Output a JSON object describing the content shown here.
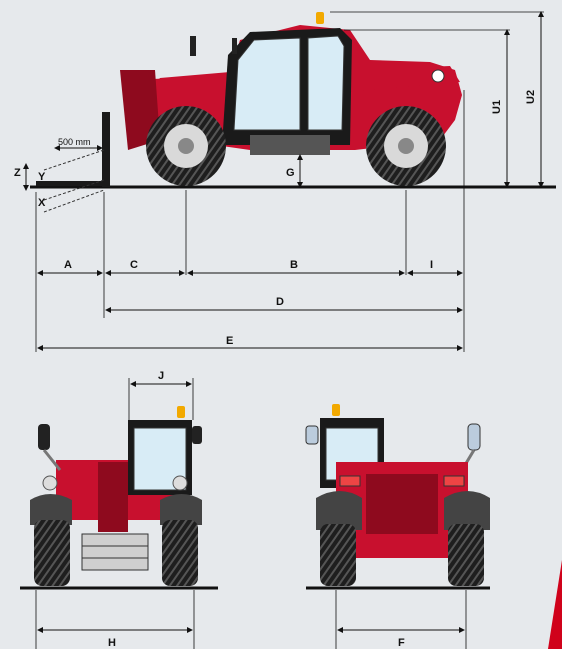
{
  "labels": {
    "A": "A",
    "B": "B",
    "C": "C",
    "D": "D",
    "E": "E",
    "F": "F",
    "G": "G",
    "H": "H",
    "I": "I",
    "J": "J",
    "U1": "U1",
    "U2": "U2",
    "X": "X",
    "Y": "Y",
    "Z": "Z",
    "fork_offset": "500 mm"
  },
  "colors": {
    "body_red": "#c8102e",
    "dark_red": "#8e0a1e",
    "tire": "#1e1e1e",
    "rim": "#d9d9d9",
    "glass": "#d8ecf6",
    "ground": "#111111",
    "beacon": "#f2a900",
    "background": "#e6e9ec",
    "corner_accent": "#d0021b"
  }
}
